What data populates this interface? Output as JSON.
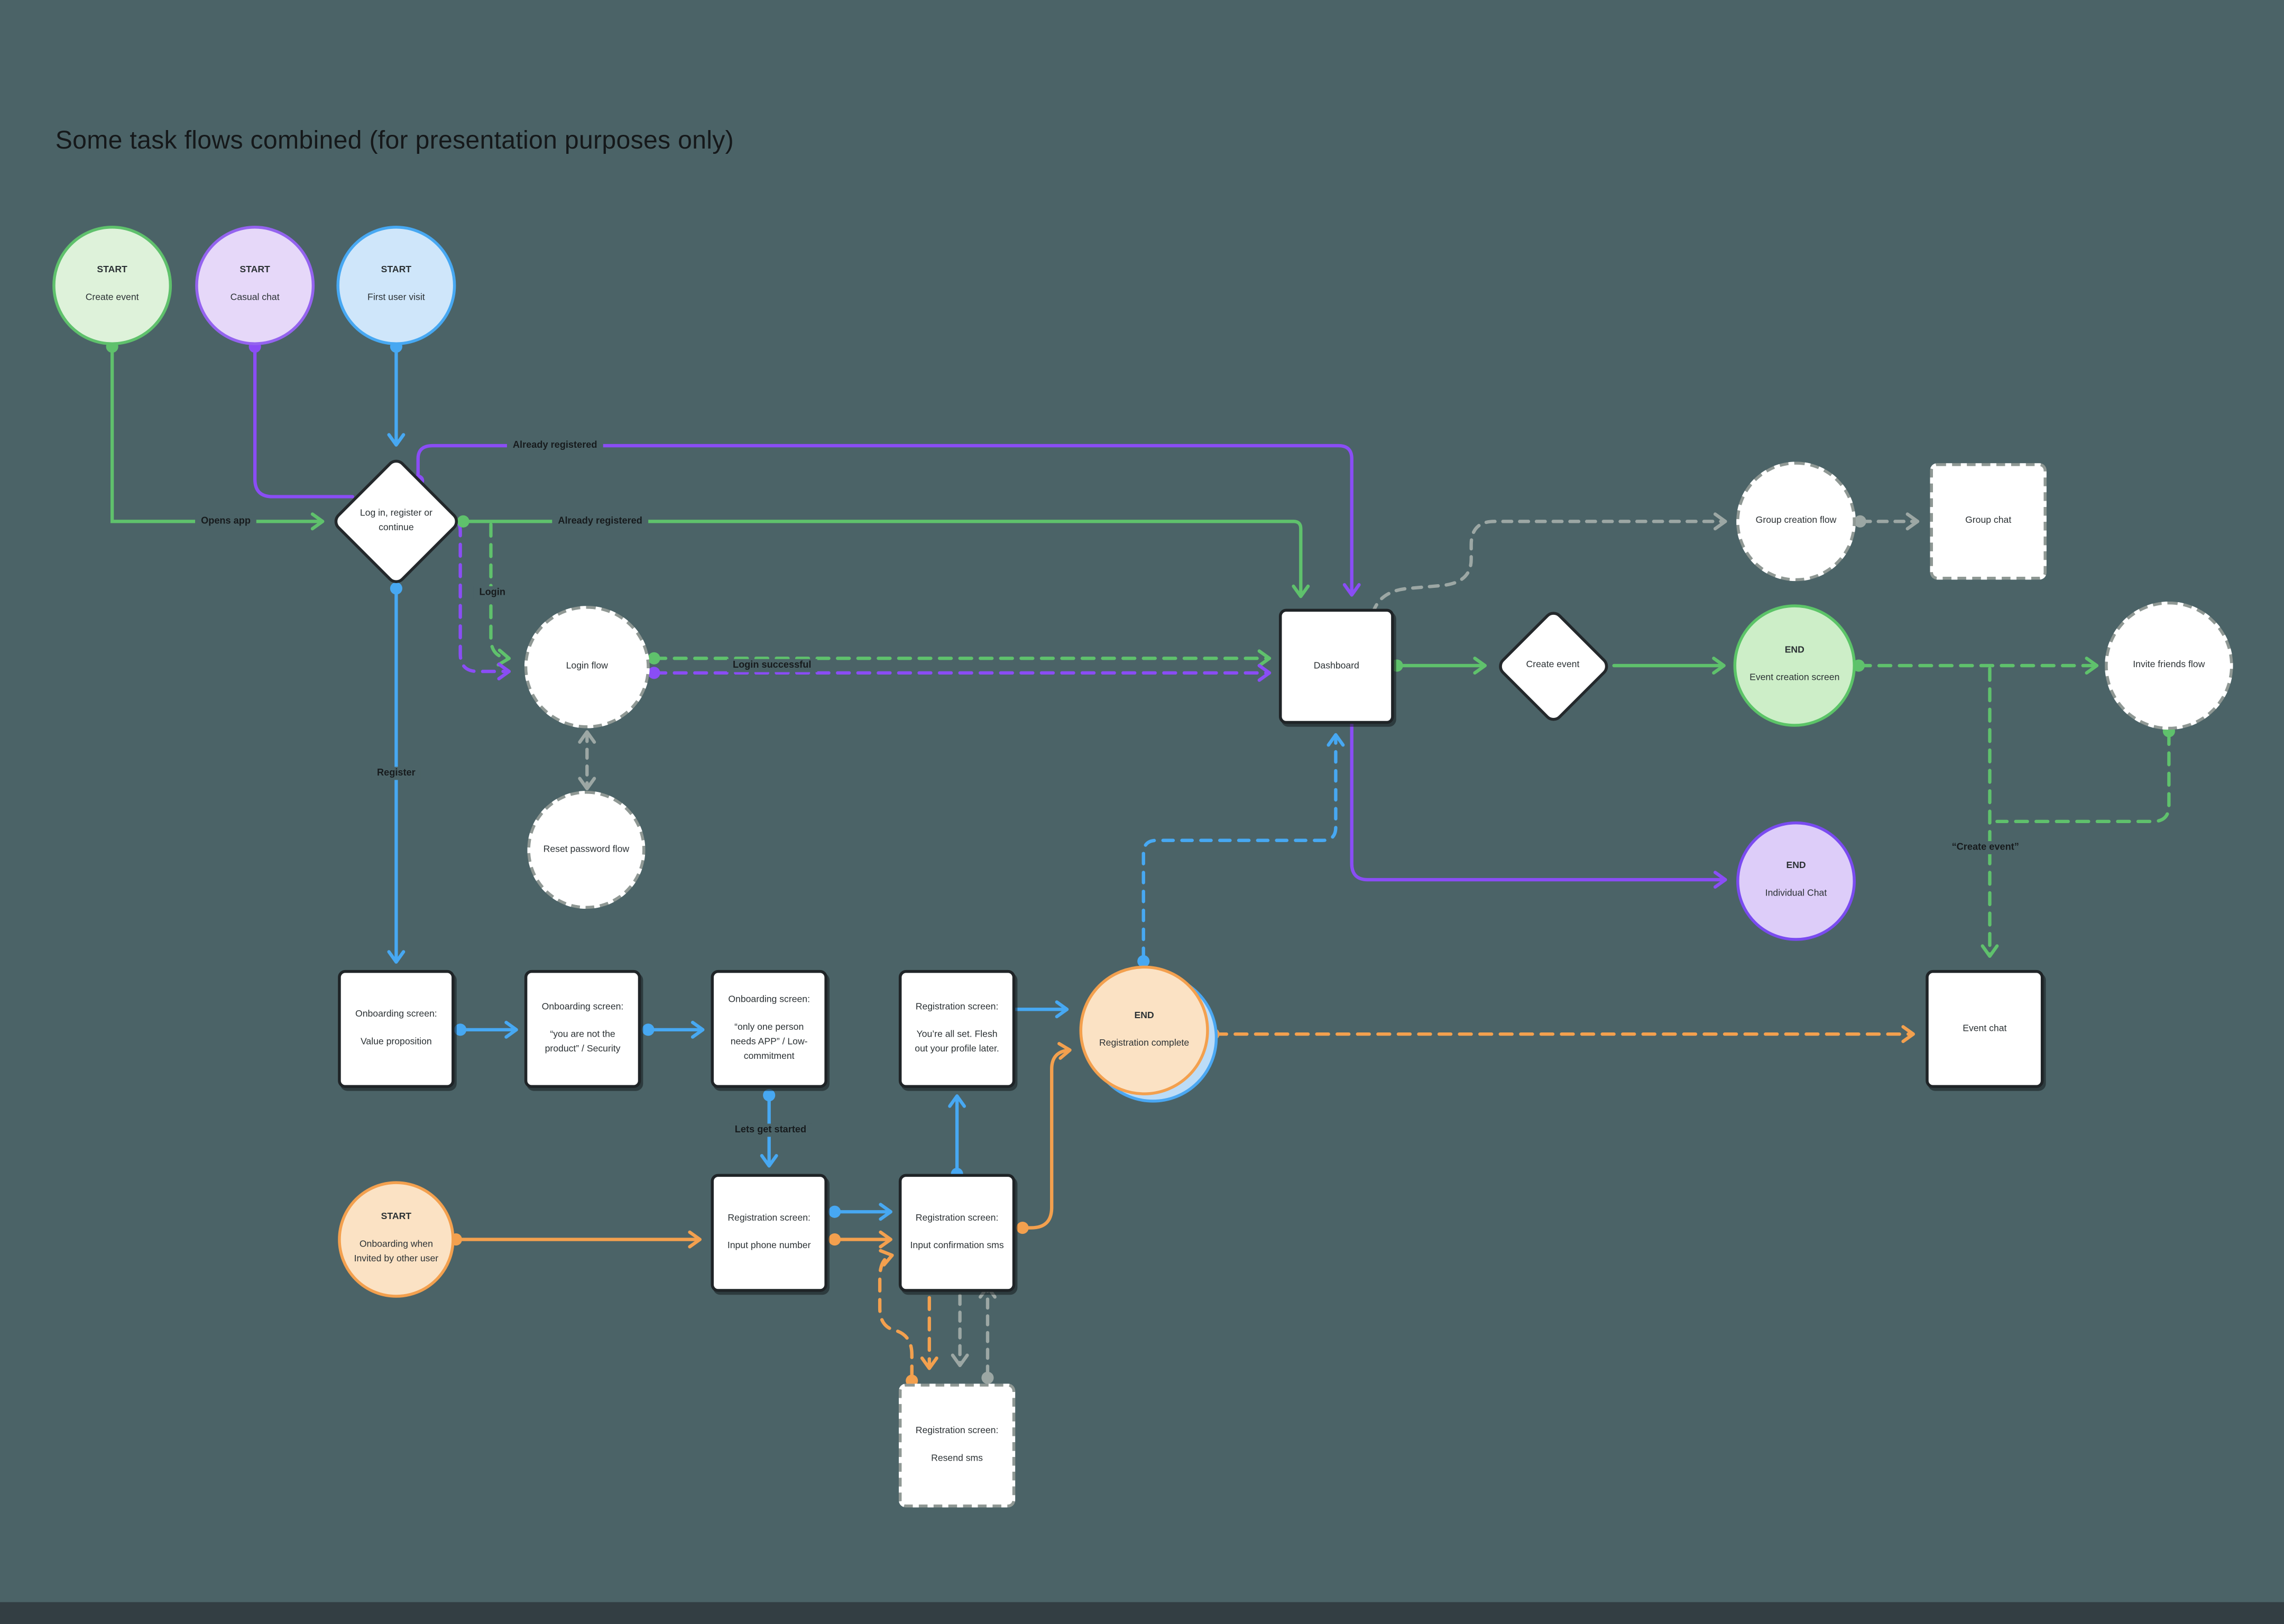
{
  "title": "Some task flows combined (for presentation purposes only)",
  "palette": {
    "background": "#4b6367",
    "bottom_bar": "#333e43",
    "green": "#5fc16c",
    "green_fill": "#def2da",
    "purple": "#8a4df5",
    "purple_fill": "#e6d8f9",
    "blue": "#47a8f2",
    "blue_fill": "#cfe6fa",
    "orange": "#f3a04e",
    "orange_fill": "#fbe2c4",
    "gray": "#9ca7a4",
    "node_fill": "#ffffff",
    "node_border": "#1f2427"
  },
  "nodes": {
    "start_create_event": {
      "badge": "START",
      "label": "Create event"
    },
    "start_casual_chat": {
      "badge": "START",
      "label": "Casual chat"
    },
    "start_first_user_visit": {
      "badge": "START",
      "label": "First user visit"
    },
    "decision_login": {
      "label": "Log in, register or continue"
    },
    "login_flow": {
      "label": "Login flow"
    },
    "reset_password_flow": {
      "label": "Reset password flow"
    },
    "dashboard": {
      "label": "Dashboard"
    },
    "group_creation_flow": {
      "label": "Group creation flow"
    },
    "group_chat": {
      "label": "Group chat"
    },
    "decision_create_event": {
      "label": "Create event"
    },
    "end_event_creation": {
      "badge": "END",
      "label": "Event creation screen"
    },
    "invite_friends_flow": {
      "label": "Invite friends flow"
    },
    "end_individual_chat": {
      "badge": "END",
      "label": "Individual Chat"
    },
    "onboarding_value_prop": {
      "heading": "Onboarding screen:",
      "label": "Value proposition"
    },
    "onboarding_security": {
      "heading": "Onboarding screen:",
      "label": "“you are not the product” / Security"
    },
    "onboarding_low_commitment": {
      "heading": "Onboarding screen:",
      "label": "“only one person needs APP” / Low-commitment"
    },
    "registration_all_set": {
      "heading": "Registration screen:",
      "label": "You’re all set. Flesh out your profile later."
    },
    "end_registration_complete": {
      "badge": "END",
      "label": "Registration complete"
    },
    "event_chat": {
      "label": "Event chat"
    },
    "start_onboarding_invited": {
      "badge": "START",
      "label": "Onboarding when Invited by other user"
    },
    "registration_phone": {
      "heading": "Registration screen:",
      "label": "Input phone number"
    },
    "registration_sms": {
      "heading": "Registration screen:",
      "label": "Input confirmation sms"
    },
    "registration_resend": {
      "heading": "Registration screen:",
      "label": "Resend sms"
    }
  },
  "edge_labels": {
    "opens_app": "Opens app",
    "already_registered_top": "Already registered",
    "already_registered_mid": "Already registered",
    "login": "Login",
    "login_successful": "Login successful",
    "register": "Register",
    "lets_get_started": "Lets get started",
    "create_event_quoted": "“Create event”"
  }
}
